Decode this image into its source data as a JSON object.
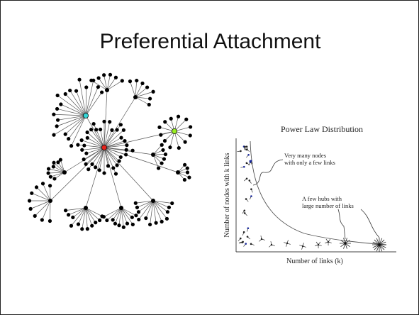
{
  "slide": {
    "title": "Preferential Attachment"
  },
  "network_diagram": {
    "hub_colors": {
      "central": "#e8221b",
      "left": "#33d6d6",
      "right": "#99ee22"
    },
    "node_color": "#000000",
    "edge_color": "#555555"
  },
  "power_law_figure": {
    "title": "Power Law Distribution",
    "xlabel": "Number of links (k)",
    "ylabel": "Number of nodes with k links",
    "annotation_many": [
      "Very many nodes",
      "with only a few links"
    ],
    "annotation_hubs": [
      "A few hubs with",
      "large number of links"
    ]
  }
}
